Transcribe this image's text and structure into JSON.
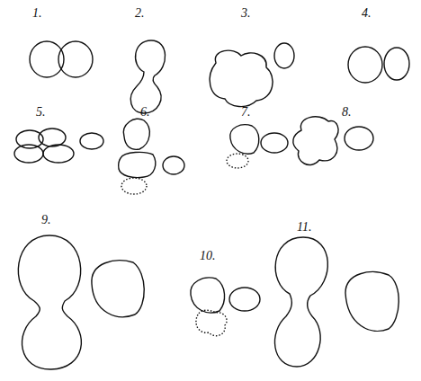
{
  "diagram": {
    "labels": [
      "1.",
      "2.",
      "3.",
      "4.",
      "5.",
      "6.",
      "7.",
      "8.",
      "9.",
      "10.",
      "11."
    ]
  }
}
